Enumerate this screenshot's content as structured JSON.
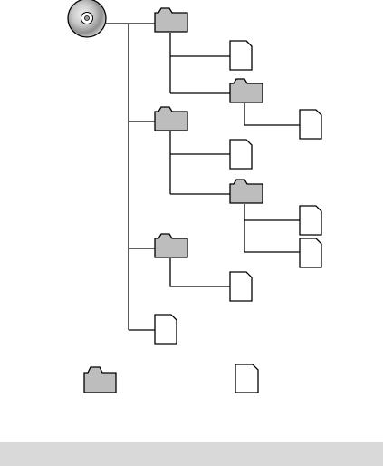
{
  "diagram": {
    "type": "folder-tree",
    "root": {
      "kind": "disc",
      "children": [
        {
          "kind": "folder",
          "children": [
            {
              "kind": "file"
            },
            {
              "kind": "folder",
              "children": [
                {
                  "kind": "file"
                }
              ]
            }
          ]
        },
        {
          "kind": "folder",
          "children": [
            {
              "kind": "file"
            },
            {
              "kind": "folder",
              "children": [
                {
                  "kind": "file"
                },
                {
                  "kind": "file"
                }
              ]
            }
          ]
        },
        {
          "kind": "folder",
          "children": [
            {
              "kind": "file"
            }
          ]
        },
        {
          "kind": "file"
        }
      ]
    },
    "legend": [
      {
        "kind": "folder"
      },
      {
        "kind": "file"
      }
    ]
  },
  "colors": {
    "line": "#000000",
    "folder_fill": "#bdbdbd",
    "file_fill": "#ffffff",
    "band": "#d9d9d9",
    "disc_outer": "#9a9a9a",
    "disc_inner": "#eeeeee"
  }
}
